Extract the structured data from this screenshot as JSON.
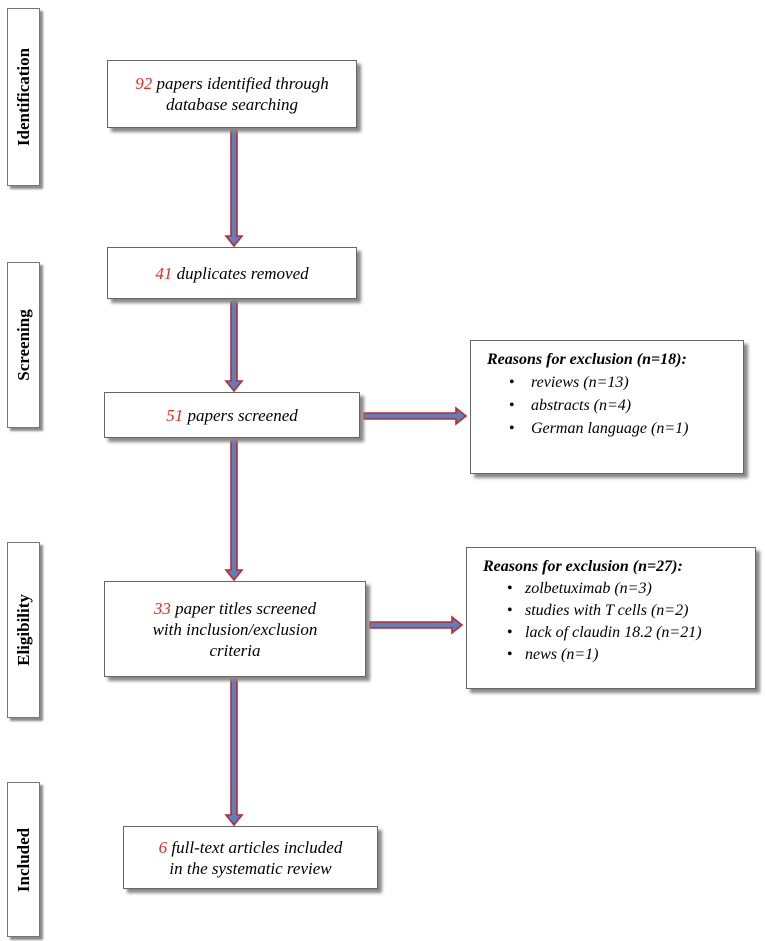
{
  "stages": {
    "identification": "Identification",
    "screening": "Screening",
    "eligibility": "Eligibility",
    "included": "Included"
  },
  "boxes": {
    "identified": {
      "number": "92",
      "line1": " papers identified through",
      "line2": "database searching"
    },
    "duplicates": {
      "number": "41",
      "text": " duplicates removed"
    },
    "screened": {
      "number": "51",
      "text": " papers screened"
    },
    "titles": {
      "number": "33",
      "line1": " paper titles screened",
      "line2": "with inclusion/exclusion",
      "line3": "criteria"
    },
    "included": {
      "number": "6",
      "line1": " full-text articles included",
      "line2": "in the systematic review"
    }
  },
  "exclusions": {
    "screening": {
      "heading_prefix": "Reasons for exclusion (n=",
      "heading_count": "18",
      "heading_suffix": "):",
      "items": [
        "reviews (n=13)",
        "abstracts (n=4)",
        "German language (n=1)"
      ]
    },
    "eligibility": {
      "heading": "Reasons for exclusion (n=27):",
      "items": [
        "zolbetuximab (n=3)",
        "studies with T cells (n=2)",
        "lack of claudin 18.2 (n=21)",
        "news (n=1)"
      ]
    }
  },
  "colors": {
    "arrow_fill": "#5b7fbf",
    "arrow_stroke": "#c0282e",
    "number_red": "#e8281f"
  }
}
